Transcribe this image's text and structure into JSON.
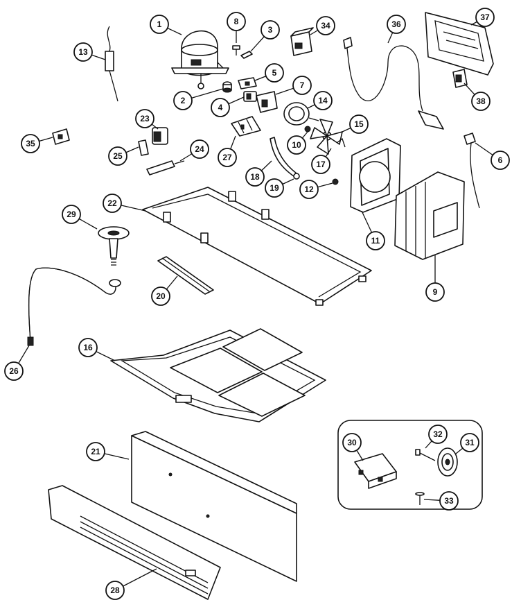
{
  "callouts": [
    {
      "id": "1",
      "label": "1"
    },
    {
      "id": "2",
      "label": "2"
    },
    {
      "id": "3",
      "label": "3"
    },
    {
      "id": "4",
      "label": "4"
    },
    {
      "id": "5",
      "label": "5"
    },
    {
      "id": "6",
      "label": "6"
    },
    {
      "id": "7",
      "label": "7"
    },
    {
      "id": "8",
      "label": "8"
    },
    {
      "id": "9",
      "label": "9"
    },
    {
      "id": "10",
      "label": "10"
    },
    {
      "id": "11",
      "label": "11"
    },
    {
      "id": "12",
      "label": "12"
    },
    {
      "id": "13",
      "label": "13"
    },
    {
      "id": "14",
      "label": "14"
    },
    {
      "id": "15",
      "label": "15"
    },
    {
      "id": "16",
      "label": "16"
    },
    {
      "id": "17",
      "label": "17"
    },
    {
      "id": "18",
      "label": "18"
    },
    {
      "id": "19",
      "label": "19"
    },
    {
      "id": "20",
      "label": "20"
    },
    {
      "id": "21",
      "label": "21"
    },
    {
      "id": "22",
      "label": "22"
    },
    {
      "id": "23",
      "label": "23"
    },
    {
      "id": "24",
      "label": "24"
    },
    {
      "id": "25",
      "label": "25"
    },
    {
      "id": "26",
      "label": "26"
    },
    {
      "id": "27",
      "label": "27"
    },
    {
      "id": "28",
      "label": "28"
    },
    {
      "id": "29",
      "label": "29"
    },
    {
      "id": "30",
      "label": "30"
    },
    {
      "id": "31",
      "label": "31"
    },
    {
      "id": "32",
      "label": "32"
    },
    {
      "id": "33",
      "label": "33"
    },
    {
      "id": "34",
      "label": "34"
    },
    {
      "id": "35",
      "label": "35"
    },
    {
      "id": "36",
      "label": "36"
    },
    {
      "id": "37",
      "label": "37"
    },
    {
      "id": "38",
      "label": "38"
    }
  ]
}
